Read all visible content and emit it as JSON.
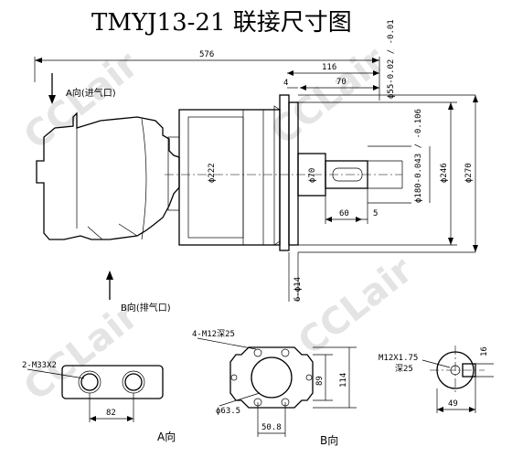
{
  "title": "TMYJ13-21 联接尺寸图",
  "watermark": "CCLair",
  "labels": {
    "a_inlet": "A向(进气口)",
    "b_outlet": "B向(排气口)",
    "a_view": "A向",
    "b_view": "B向"
  },
  "dims": {
    "overall_length": "576",
    "shaft_assembly": "116",
    "shaft_length": "70",
    "flange_thk": "4",
    "shaft_dia_tol": "ϕ55-0.02 / -0.01",
    "pcd_222": "ϕ222",
    "shaft_70": "ϕ70",
    "pilot_180": "ϕ180-0.043 / -0.106",
    "bolt_246": "ϕ246",
    "flange_270": "ϕ270",
    "key_60": "60",
    "key_5": "5",
    "holes_6x14": "6-ϕ14",
    "a_thread": "2-M33X2",
    "a_spacing": "82",
    "b_thread": "4-M12深25",
    "b_89": "89",
    "b_114": "114",
    "b_bore": "ϕ63.5",
    "b_50_8": "50.8",
    "end_thread": "M12X1.75",
    "end_depth": "深25",
    "key_width": "16",
    "end_49": "49"
  }
}
